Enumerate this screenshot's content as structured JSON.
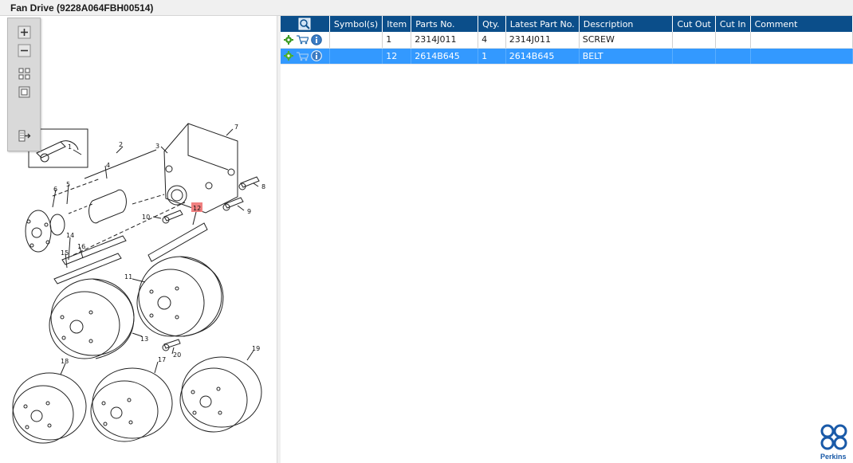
{
  "window": {
    "title": "Fan Drive (9228A064FBH00514)"
  },
  "zoom_toolbar": {
    "buttons": [
      "zoom-in-icon",
      "zoom-out-icon",
      "fit-all-icon",
      "fit-page-icon",
      "export-icon"
    ]
  },
  "diagram": {
    "callouts": [
      "1",
      "2",
      "3",
      "4",
      "5",
      "6",
      "7",
      "8",
      "9",
      "10",
      "11",
      "12",
      "13",
      "14",
      "15",
      "16",
      "17",
      "18",
      "19",
      "20"
    ],
    "highlighted_callout": "12",
    "highlight_color": "#f08080"
  },
  "parts_table": {
    "columns": {
      "search": "",
      "symbols": "Symbol(s)",
      "item": "Item",
      "parts_no": "Parts No.",
      "qty": "Qty.",
      "latest_part_no": "Latest Part No.",
      "description": "Description",
      "cut_out": "Cut Out",
      "cut_in": "Cut In",
      "comment": "Comment"
    },
    "rows": [
      {
        "item": "1",
        "parts_no": "2314J011",
        "qty": "4",
        "latest_part_no": "2314J011",
        "description": "SCREW",
        "cut_out": "",
        "cut_in": "",
        "comment": "",
        "selected": false
      },
      {
        "item": "12",
        "parts_no": "2614B645",
        "qty": "1",
        "latest_part_no": "2614B645",
        "description": "BELT",
        "cut_out": "",
        "cut_in": "",
        "comment": "",
        "selected": true
      }
    ],
    "header_color": "#0b4e8a",
    "selected_color": "#3399ff"
  },
  "logo": {
    "brand": "Perkins"
  }
}
